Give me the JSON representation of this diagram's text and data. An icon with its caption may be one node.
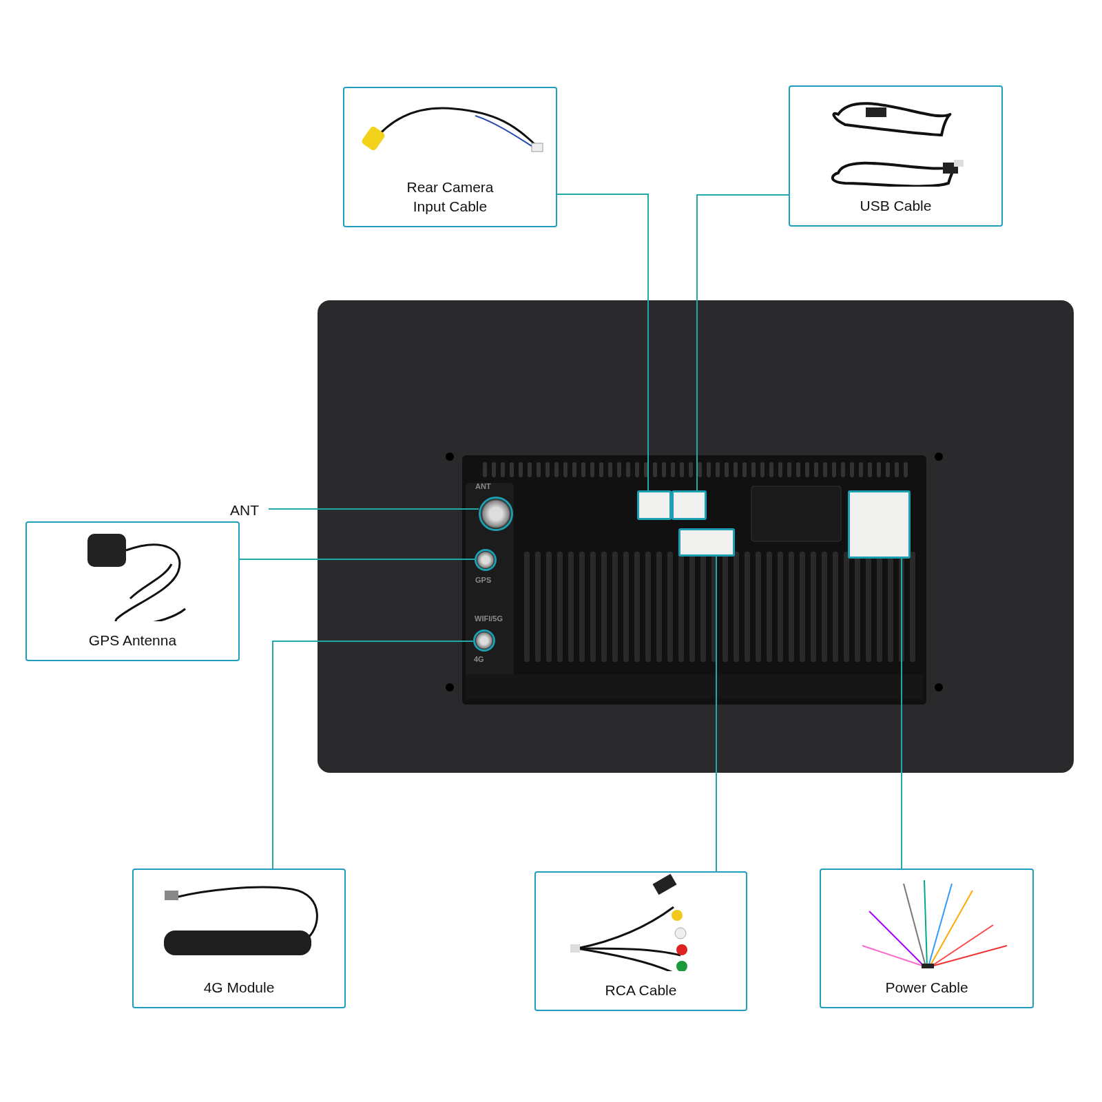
{
  "diagram": {
    "nodes": [
      {
        "text": [
          "Rear Camera Input Cable"
        ]
      },
      {
        "text": [
          "USB Cable"
        ]
      },
      {
        "text": [
          "ANT"
        ]
      },
      {
        "text": [
          "GPS Antenna"
        ]
      },
      {
        "text": [
          "4G Module"
        ]
      },
      {
        "text": [
          "RCA Cable"
        ]
      },
      {
        "text": [
          "Power Cable"
        ]
      },
      {
        "text": [],
        "shape": "picture"
      },
      {
        "text": [],
        "shape": "circle",
        "in": 7,
        "beside": [
          "ANT"
        ]
      },
      {
        "text": [],
        "shape": "circle",
        "in": 7,
        "beside": [
          "GPS"
        ]
      },
      {
        "text": [],
        "shape": "circle",
        "in": 7,
        "beside": [
          "4G"
        ]
      },
      {
        "text": [],
        "shape": "box",
        "in": 7
      },
      {
        "text": [],
        "shape": "box",
        "in": 7
      },
      {
        "text": [],
        "shape": "box",
        "in": 7
      },
      {
        "text": [],
        "shape": "box",
        "in": 7
      }
    ],
    "edges": [
      {
        "from": 0,
        "to": 11,
        "arrow": "none"
      },
      {
        "from": 1,
        "to": 12,
        "arrow": "none"
      },
      {
        "from": 2,
        "to": 8,
        "arrow": "none"
      },
      {
        "from": 3,
        "to": 9,
        "arrow": "none"
      },
      {
        "from": 4,
        "to": 10,
        "arrow": "none"
      },
      {
        "from": 5,
        "to": 13,
        "arrow": "none"
      },
      {
        "from": 6,
        "to": 14,
        "arrow": "none"
      }
    ],
    "labels": [
      "WIFI/5G"
    ]
  }
}
